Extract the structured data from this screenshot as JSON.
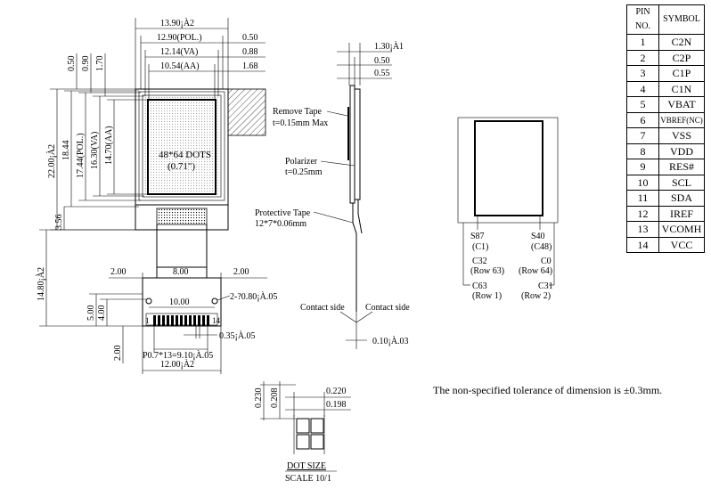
{
  "main_view": {
    "dims_top": [
      "13.90¡À2",
      "12.90(POL.)",
      "12.14(VA)",
      "10.54(AA)"
    ],
    "dims_right": [
      "0.50",
      "0.88",
      "1.68"
    ],
    "dims_vertical_top": [
      "0.50",
      "0.90",
      "1.70"
    ],
    "dims_left": [
      "22.00¡À2",
      "18.44",
      "17.44(POL.)",
      "16.30(VA)",
      "14.70(AA)",
      "3.56",
      "14.80¡À2"
    ],
    "display_label": "48*64 DOTS",
    "display_size": "(0.71\")"
  },
  "fpc": {
    "dims_row": [
      "2.00",
      "8.00",
      "2.00"
    ],
    "hole_span": "10.00",
    "hole_dia": "2-?0.80¡À.05",
    "height_dims": [
      "5.00",
      "4.00",
      "2.00"
    ],
    "pin_first": "1",
    "pin_last": "14",
    "pin_width": "0.35¡À.05",
    "pitch": "P0.7*13=9.10¡À.05",
    "total_width": "12.00¡À2"
  },
  "side_view": {
    "dims": [
      "1.30¡À1",
      "0.50",
      "0.55"
    ],
    "remove_tape": [
      "Remove Tape",
      "t=0.15mm Max"
    ],
    "polarizer": [
      "Polarizer",
      "t=0.25mm"
    ],
    "protective_tape": [
      "Protective Tape",
      "12*7*0.06mm"
    ],
    "contact_left": "Contact side",
    "contact_right": "Contact side",
    "bottom_dim": "0.10¡À.03"
  },
  "matrix": {
    "labels": [
      "S87",
      "(C1)",
      "S40",
      "(C48)",
      "C32",
      "(Row 63)",
      "C0",
      "(Row 64)",
      "C63",
      "(Row 1)",
      "C31",
      "(Row 2)"
    ]
  },
  "dot_detail": {
    "dims": [
      "0.230",
      "0.208",
      "0.220",
      "0.198"
    ],
    "title": "DOT SIZE",
    "scale": "SCALE 10/1"
  },
  "tolerance_note": "The non-specified tolerance of dimension is ±0.3mm.",
  "pin_table": {
    "headers": [
      "PIN NO.",
      "SYMBOL"
    ],
    "rows": [
      [
        "1",
        "C2N"
      ],
      [
        "2",
        "C2P"
      ],
      [
        "3",
        "C1P"
      ],
      [
        "4",
        "C1N"
      ],
      [
        "5",
        "VBAT"
      ],
      [
        "6",
        "VBREF(NC)"
      ],
      [
        "7",
        "VSS"
      ],
      [
        "8",
        "VDD"
      ],
      [
        "9",
        "RES#"
      ],
      [
        "10",
        "SCL"
      ],
      [
        "11",
        "SDA"
      ],
      [
        "12",
        "IREF"
      ],
      [
        "13",
        "VCOMH"
      ],
      [
        "14",
        "VCC"
      ]
    ]
  }
}
